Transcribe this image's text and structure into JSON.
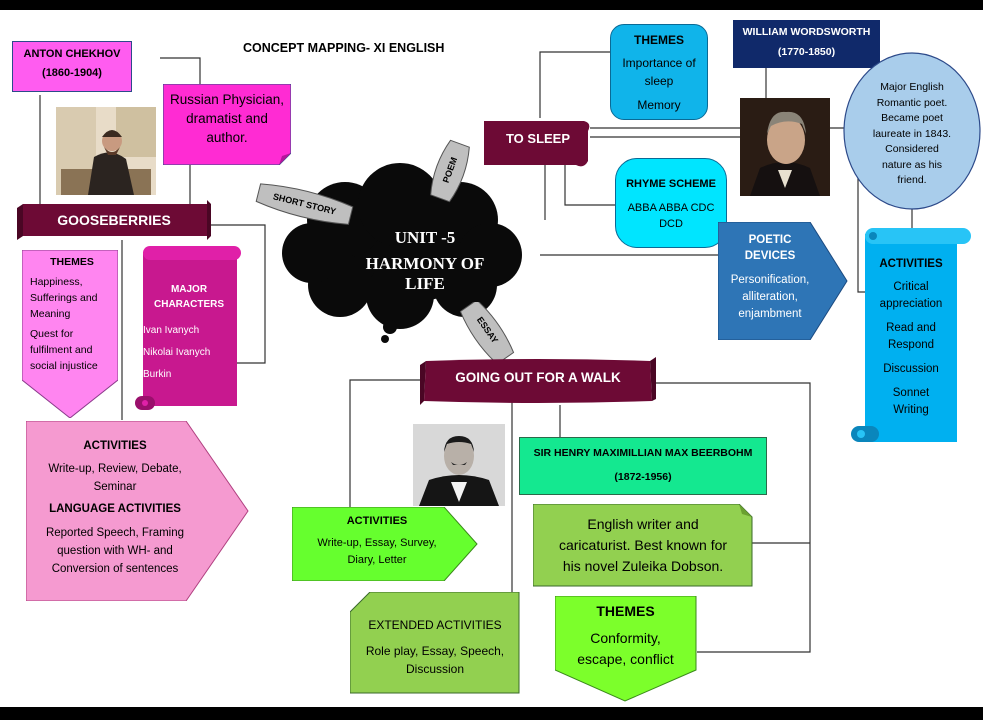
{
  "page_title": "CONCEPT MAPPING- XI ENGLISH",
  "center": {
    "line1": "UNIT -5",
    "line2": "HARMONY OF",
    "line3": "LIFE"
  },
  "tags": {
    "short_story": "SHORT STORY",
    "poem": "POEM",
    "essay": "ESSAY"
  },
  "gooseberries": {
    "title": "GOOSEBERRIES",
    "author_name": "ANTON CHEKHOV",
    "author_years": "(1860-1904)",
    "author_bio": [
      "Russian Physician,",
      "dramatist and",
      "author."
    ],
    "themes_title": "THEMES",
    "themes": [
      "Happiness,",
      "Sufferings and",
      "Meaning",
      "Quest for",
      "fulfilment and",
      "social injustice"
    ],
    "characters_title": [
      "MAJOR",
      "CHARACTERS"
    ],
    "characters": [
      "Ivan Ivanych",
      "Nikolai Ivanych",
      "Burkin"
    ],
    "activities_title": "ACTIVITIES",
    "activities": [
      "Write-up, Review, Debate,",
      "Seminar"
    ],
    "language_title": "LANGUAGE ACTIVITIES",
    "language": [
      "Reported Speech, Framing",
      "question with WH- and",
      "Conversion of sentences"
    ]
  },
  "to_sleep": {
    "title": "TO SLEEP",
    "themes_title": "THEMES",
    "themes": [
      "Importance of",
      "sleep",
      "Memory"
    ],
    "author_name": "WILLIAM WORDSWORTH",
    "author_years": "(1770-1850)",
    "author_bio": [
      "Major English",
      "Romantic poet.",
      "Became poet",
      "laureate in 1843.",
      "Considered",
      "nature as his",
      "friend."
    ],
    "rhyme_title": "RHYME SCHEME",
    "rhyme": [
      "ABBA ABBA CDC",
      "DCD"
    ],
    "devices_title": [
      "POETIC",
      "DEVICES"
    ],
    "devices": [
      "Personification,",
      "alliteration,",
      "enjambment"
    ],
    "activities_title": "ACTIVITIES",
    "activities": [
      "Critical",
      "appreciation",
      "Read and",
      "Respond",
      "Discussion",
      "Sonnet",
      "Writing"
    ]
  },
  "walk": {
    "title": "GOING OUT FOR A WALK",
    "author_name": "SIR HENRY MAXIMILLIAN MAX BEERBOHM",
    "author_years": "(1872-1956)",
    "author_bio": [
      "English writer and",
      "caricaturist. Best known for",
      "his novel Zuleika Dobson."
    ],
    "activities_title": "ACTIVITIES",
    "activities": [
      "Write-up, Essay, Survey,",
      "Diary, Letter"
    ],
    "extended_title": "EXTENDED ACTIVITIES",
    "extended": [
      "Role play, Essay, Speech,",
      "Discussion"
    ],
    "themes_title": "THEMES",
    "themes": [
      "Conformity,",
      "escape, conflict"
    ]
  },
  "colors": {
    "maroon": "#6d0a35",
    "magenta": "#ff2bd3",
    "pink": "#ff85f0",
    "light_pink": "#f59ad0",
    "cyan": "#00b8e6",
    "light_blue": "#a9cdeb",
    "steel_blue": "#2e75b6",
    "navy": "#10296a",
    "green": "#66ff2e",
    "sage": "#92d050",
    "lime": "#7cff2b"
  }
}
